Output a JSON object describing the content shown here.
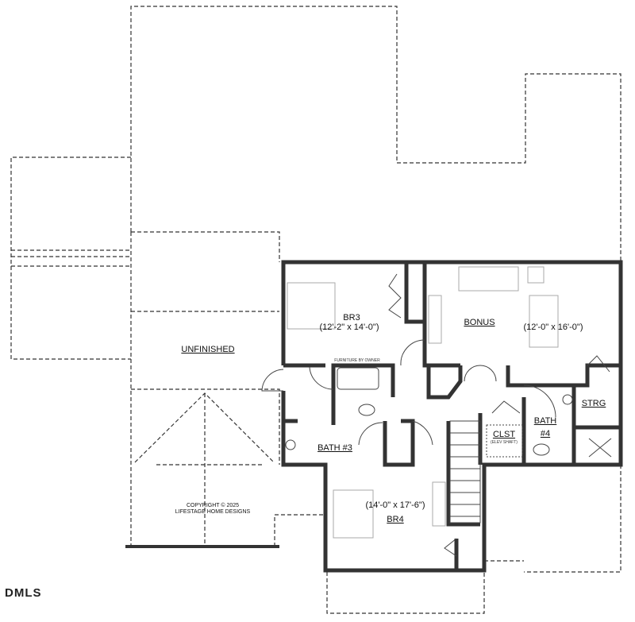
{
  "rooms": {
    "br3": {
      "name": "BR3",
      "size": "(12'-2\" x 14'-0\")"
    },
    "bonus": {
      "name": "BONUS",
      "size": "(12'-0\" x 16'-0\")"
    },
    "unfinished": {
      "name": "UNFINISHED"
    },
    "bath3": {
      "name": "BATH #3"
    },
    "clst": {
      "name": "CLST",
      "note": "(ELEV SHAFT)"
    },
    "bath4": {
      "name_line1": "BATH",
      "name_line2": "#4"
    },
    "strg": {
      "name": "STRG"
    },
    "br4": {
      "name": "BR4",
      "size": "(14'-0\" x 17'-6\")"
    }
  },
  "furniture_note": "FURNITURE BY OWNER",
  "copyright": {
    "line1": "COPYRIGHT © 2025",
    "line2": "LIFESTAGE HOME DESIGNS"
  },
  "watermark": "DMLS"
}
